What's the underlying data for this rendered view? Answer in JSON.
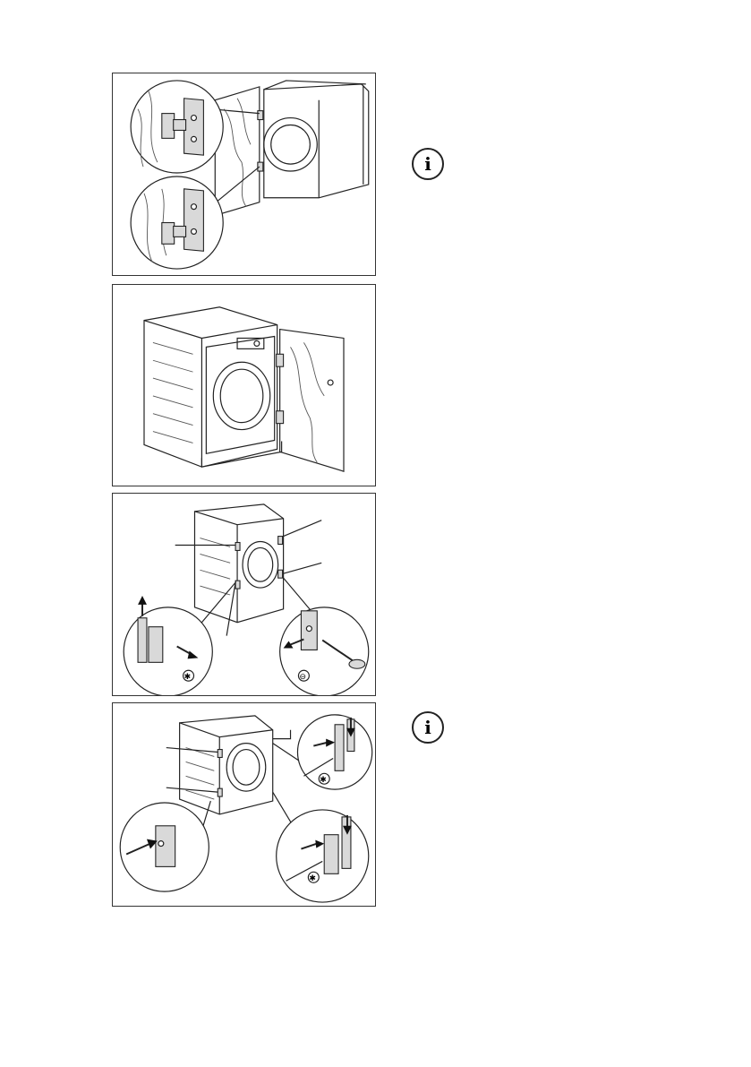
{
  "page": {
    "figures": [
      {
        "id": "fig-door-hinges-closeup"
      },
      {
        "id": "fig-appliance-with-open-door"
      },
      {
        "id": "fig-remove-hinge-brackets"
      },
      {
        "id": "fig-install-hinge-brackets"
      }
    ],
    "icons": [
      "info-icon",
      "info-icon"
    ],
    "info_icon_glyph": "i",
    "screw_symbols": {
      "phillips": "✱",
      "flat": "⊖"
    },
    "colors": {
      "line": "#222222",
      "fill_gray": "#d9d9d9",
      "background": "#ffffff"
    }
  }
}
